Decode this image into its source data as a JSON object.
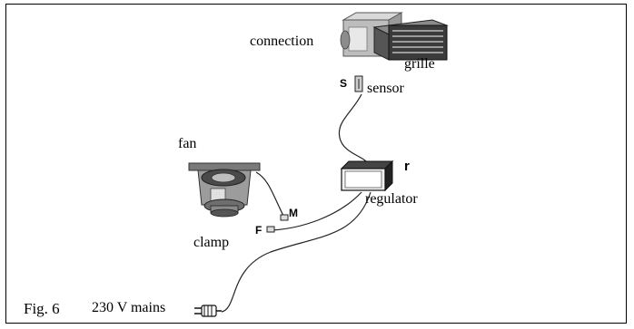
{
  "figure": {
    "caption": "Fig. 6"
  },
  "labels": {
    "connection": "connection",
    "grille": "grille",
    "sensor": "sensor",
    "fan": "fan",
    "regulator": "regulator",
    "clamp": "clamp",
    "mains": "230 V mains"
  },
  "tags": {
    "sensor": "S",
    "regulator": "r",
    "fan_motor": "M",
    "fan_clamp": "F"
  },
  "icons": {
    "connection": "connection-box-icon",
    "grille": "grille-icon",
    "sensor": "sensor-icon",
    "fan": "fan-icon",
    "regulator": "regulator-icon",
    "plug": "plug-icon"
  }
}
